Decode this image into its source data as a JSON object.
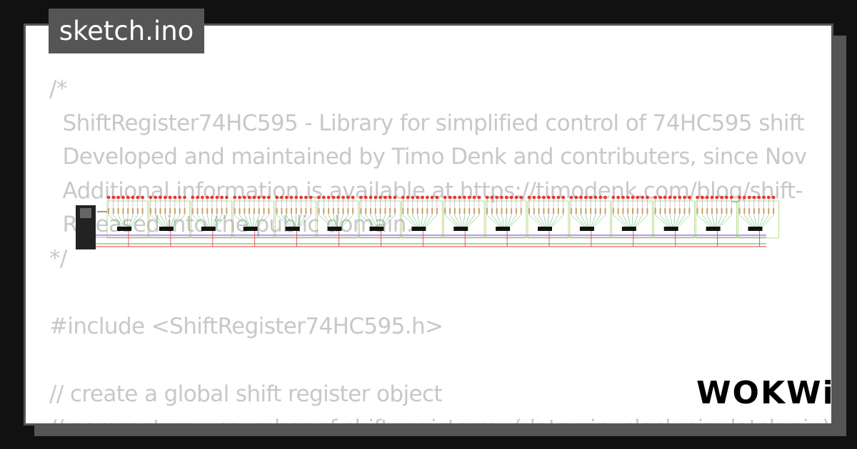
{
  "tab": {
    "title": "sketch.ino"
  },
  "code": {
    "lines": [
      "/*",
      "  ShiftRegister74HC595 - Library for simplified control of 74HC595 shift",
      "  Developed and maintained by Timo Denk and contributers, since Nov",
      "  Additional information is available at https://timodenk.com/blog/shift-",
      "  Released into the public domain.",
      "*/",
      "",
      "#include <ShiftRegister74HC595.h>",
      "",
      "// create a global shift register object",
      "// parameters: <number of shift registers> (data pin, clock pin, latch pin)"
    ]
  },
  "circuit": {
    "shift_registers": 16,
    "leds_per_register": 8,
    "led_color": "#e53935"
  },
  "logo": {
    "text": "WOKWi"
  }
}
